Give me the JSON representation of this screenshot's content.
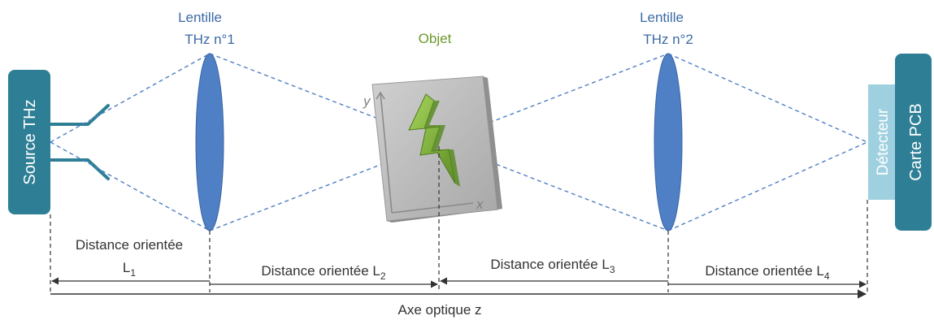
{
  "labels": {
    "source": "Source THz",
    "lens1_line1": "Lentille",
    "lens1_line2": "THz n°1",
    "object": "Objet",
    "lens2_line1": "Lentille",
    "lens2_line2": "THz n°2",
    "detector": "Détecteur",
    "pcb": "Carte PCB",
    "axis_x": "x",
    "axis_y": "y"
  },
  "distances": {
    "L1_line1": "Distance orientée",
    "L1_main": "L",
    "L1_sub": "1",
    "L2_main": "Distance orientée L",
    "L2_sub": "2",
    "L3_main": "Distance orientée L",
    "L3_sub": "3",
    "L4_main": "Distance orientée L",
    "L4_sub": "4"
  },
  "optical_axis": "Axe optique z",
  "colors": {
    "teal_block": "#2e7f95",
    "detector": "#9fd0e0",
    "lens": "#4f7fc4",
    "beam": "#4f7fc4",
    "object_plate": "#b8b8b8",
    "bolt": "#7ab03a",
    "label_blue": "#3b6aa6",
    "label_green": "#6a9a2c"
  }
}
